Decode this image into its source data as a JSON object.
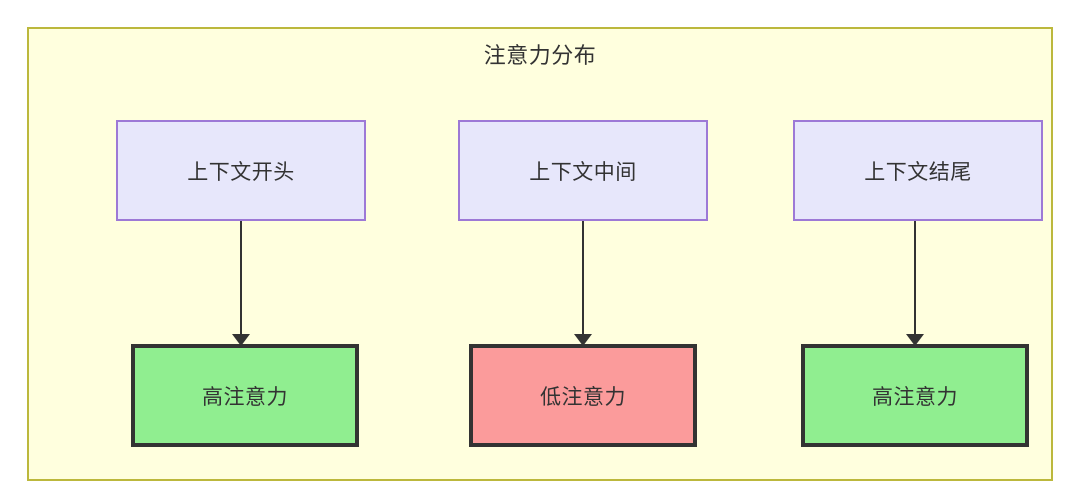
{
  "diagram": {
    "title": "注意力分布",
    "colors": {
      "container_fill": "#ffffde",
      "container_border": "#bcb83c",
      "context_fill": "#e7e7fb",
      "context_border": "#9d79d6",
      "high_attention_fill": "#90ee90",
      "low_attention_fill": "#fb9b9b",
      "node_border_dark": "#333333",
      "edge_color": "#333333"
    },
    "context_nodes": [
      {
        "id": "ctx-start",
        "label": "上下文开头"
      },
      {
        "id": "ctx-middle",
        "label": "上下文中间"
      },
      {
        "id": "ctx-end",
        "label": "上下文结尾"
      }
    ],
    "result_nodes": [
      {
        "id": "attn-high-1",
        "label": "高注意力",
        "level": "high"
      },
      {
        "id": "attn-low",
        "label": "低注意力",
        "level": "low"
      },
      {
        "id": "attn-high-2",
        "label": "高注意力",
        "level": "high"
      }
    ],
    "edges": [
      {
        "from": "ctx-start",
        "to": "attn-high-1",
        "label": ""
      },
      {
        "from": "ctx-middle",
        "to": "attn-low",
        "label": ""
      },
      {
        "from": "ctx-end",
        "to": "attn-high-2",
        "label": ""
      }
    ]
  }
}
